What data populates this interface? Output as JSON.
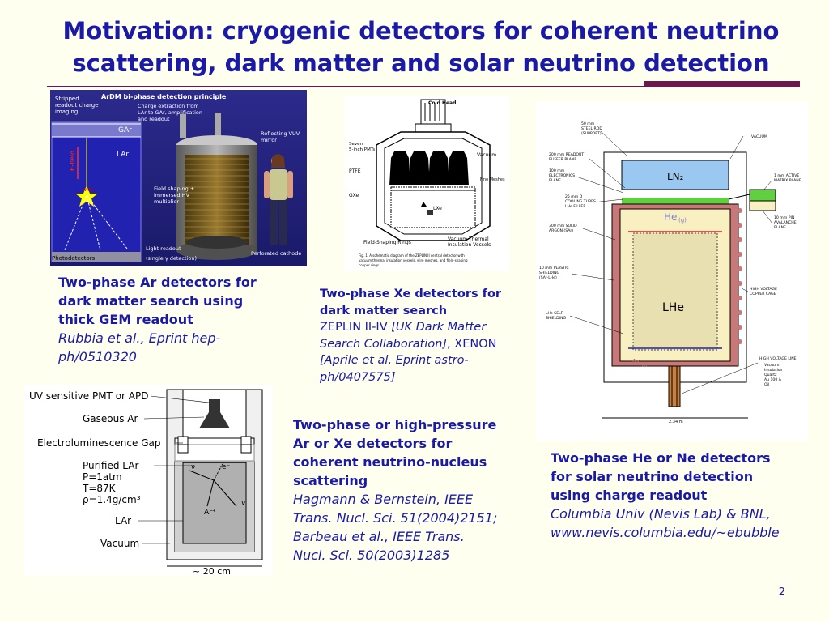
{
  "title": {
    "line1": "Motivation: cryogenic detectors for coherent neutrino",
    "line2": "scattering, dark matter and solar neutrino detection"
  },
  "fig_ardm": {
    "heading": "ArDM bi-phase detection principle",
    "stripped": "Stripped",
    "readout": "readout charge",
    "imaging": "imaging",
    "gar": "GAr",
    "lar": "LAr",
    "efield": "E-field",
    "wimp": "WIMP",
    "charge1": "Charge extraction from",
    "charge2": "LAr to GAr, amplification",
    "charge3": "and readout",
    "reflect1": "Reflecting VUV",
    "reflect2": "mirror",
    "field1": "Field shaping +",
    "field2": "immersed HV",
    "field3": "multiplier",
    "light1": "Light readout",
    "light2": "(single γ detection)",
    "photodet": "Photodetectors",
    "cathode": "Perforated cathode"
  },
  "cap1": {
    "bold1": "Two-phase Ar detectors for",
    "bold2": "dark matter search using",
    "bold3": "thick GEM readout",
    "ref1": "Rubbia et al., Eprint hep-",
    "ref2": "ph/0510320"
  },
  "fig_zeplin": {
    "coldhead": "Cold Head",
    "seven1": "Seven",
    "seven2": "5-inch PMTs",
    "ptfe": "PTFE",
    "vacuum": "Vacuum",
    "fine": "Fine Meshes",
    "gxe": "GXe",
    "lxe": "LXe",
    "rings": "Field-Shaping Rings",
    "vessels1": "Vacuum Thermal",
    "vessels2": "Insulation Vessels",
    "figcap1": "Fig. 1.  A schematic diagram of the ZEPLIN II central detector with",
    "figcap2": "vacuum thermal insulation vessels, wire meshes, and field-shaping",
    "figcap3": "copper rings."
  },
  "cap2": {
    "bold1": "Two-phase Xe detectors for",
    "bold2": "dark matter search",
    "l3a": "ZEPLIN II-IV ",
    "l3b": "[UK Dark Matter",
    "l4a": "Search Collaboration]",
    "l4b": ", XENON",
    "l5": "[Aprile et al. Eprint astro-",
    "l6": "ph/0407575]"
  },
  "fig_he": {
    "steelrod1": "50 mm",
    "steelrod2": "STEEL ROD",
    "steelrod3": "(SUPPORT)",
    "vacuum": "VACUUM",
    "buffer1": "200 mm READOUT",
    "buffer2": "BUFFER PLANE",
    "elec1": "100 mm",
    "elec2": "ELECTRONICS",
    "elec3": "PLANE",
    "cool1": "25 mm D",
    "cool2": "COOLING TUBES",
    "cool3": "LHe FILLER",
    "argon1": "300 mm SOLID",
    "argon2": "ARGON (SAr)",
    "plast1": "10 mm PLASTIC",
    "plast2": "SHIELDING",
    "plast3": "(SAr-LHe)",
    "lhe1": "LHe SELF-",
    "lhe2": "SHIELDING",
    "ln2": "LN₂",
    "he": "He",
    "hesub": "(g)",
    "lhe": "LHe",
    "ar": "Ar",
    "arsub": "(s)",
    "active1": "1 mm ACTIVE",
    "active2": "MATRIX PLANE",
    "pin1": "10 mm PIN",
    "pin2": "AVALANCHE",
    "pin3": "PLANE",
    "hv1": "HIGH VOLTAGE",
    "hv2": "COPPER CAGE",
    "hvl": "HIGH VOLTAGE LINE:",
    "hvl1": "Vacuum",
    "hvl2": "Insulation",
    "hvl3": "Quartz",
    "hvl4": "Au 100 Å",
    "hvl5": "Oil",
    "width": "2.34 m"
  },
  "cap3": {
    "bold1": "Two-phase He or Ne detectors",
    "bold2": "for solar neutrino detection",
    "bold3": "using charge readout",
    "ref1": "Columbia Univ (Nevis Lab) & BNL,",
    "ref2": "www.nevis.columbia.edu/~ebubble"
  },
  "fig_lar": {
    "pmt": "UV sensitive PMT or APD",
    "gas": "Gaseous Ar",
    "gap": "Electroluminescence Gap",
    "pur1": "Purified LAr",
    "pur2": "P=1atm",
    "pur3": "T=87K",
    "pur4": "ρ=1.4g/cm³",
    "lar": "LAr",
    "vac": "Vacuum",
    "size": "~ 20 cm",
    "nu": "ν",
    "e": "e⁻",
    "ar": "Ar⁺"
  },
  "cap4": {
    "bold1": "Two-phase or high-pressure",
    "bold2": "Ar or Xe detectors for",
    "bold3": "coherent neutrino-nucleus",
    "bold4": "scattering",
    "ref1": "Hagmann & Bernstein, IEEE",
    "ref2": "Trans. Nucl. Sci. 51(2004)2151;",
    "ref3": "Barbeau et al., IEEE Trans.",
    "ref4": "Nucl. Sci. 50(2003)1285"
  },
  "page_number": "2"
}
